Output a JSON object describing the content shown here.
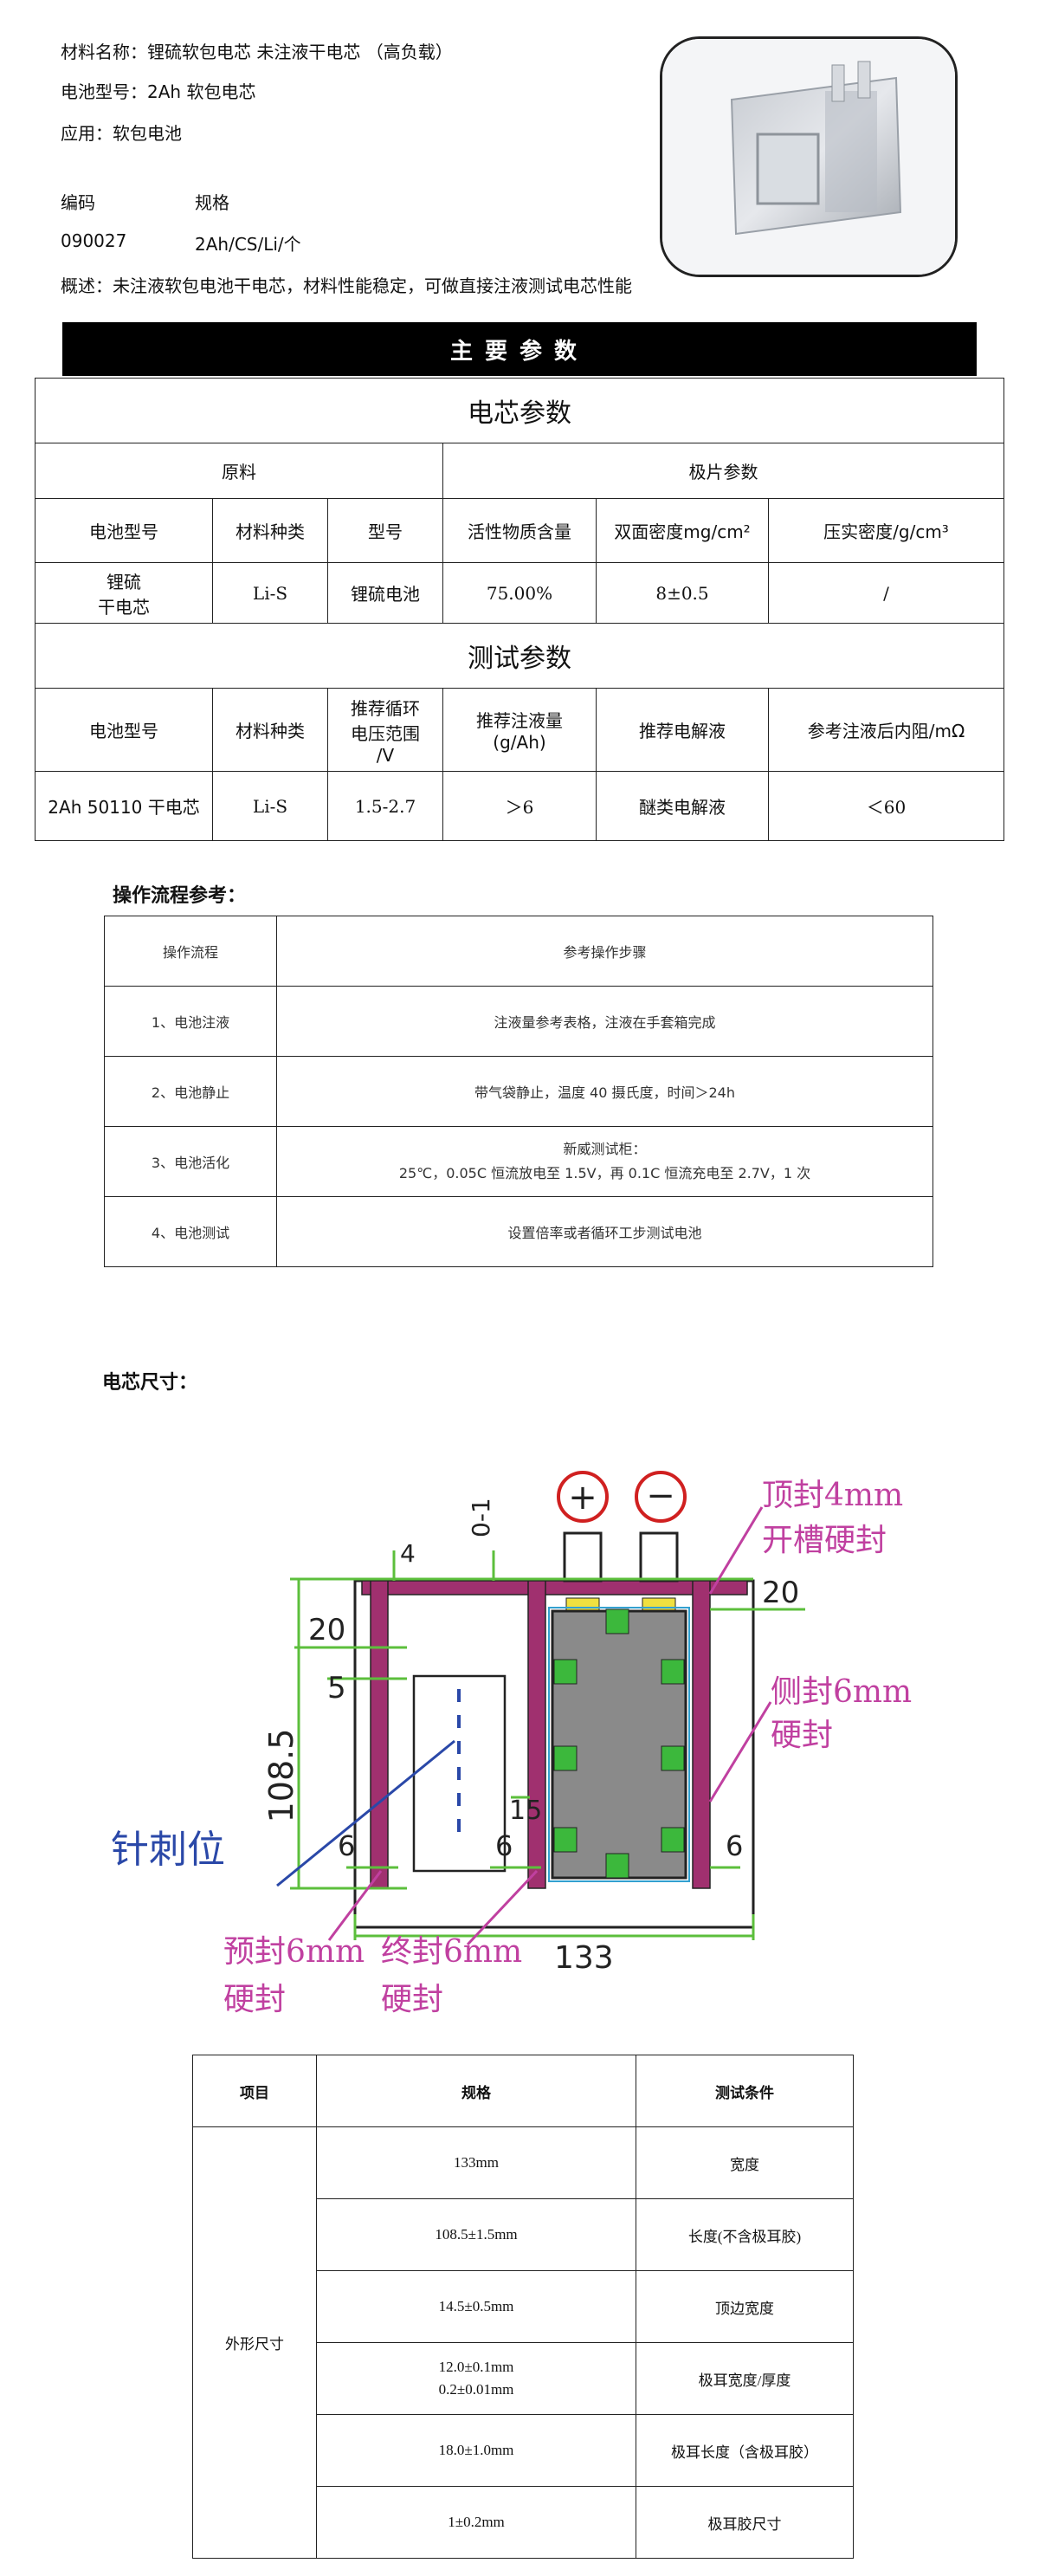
{
  "header": {
    "material": "材料名称：锂硫软包电芯 未注液干电芯 （高负载）",
    "model": "电池型号：2Ah 软包电芯",
    "application": "应用：软包电池",
    "code_label": "编码",
    "spec_label": "规格",
    "code_value": "090027",
    "spec_value": "2Ah/CS/Li/个",
    "overview": "概述：未注液软包电池干电芯，材料性能稳定，可做直接注液测试电芯性能"
  },
  "banner": "主要参数",
  "params": {
    "cell_title": "电芯参数",
    "raw_header": "原料",
    "pole_header": "极片参数",
    "cols1": [
      "电池型号",
      "材料种类",
      "型号",
      "活性物质含量",
      "双面密度mg/cm²",
      "压实密度/g/cm³"
    ],
    "row1": [
      "锂硫\n干电芯",
      "Li-S",
      "锂硫电池",
      "75.00%",
      "8±0.5",
      "/"
    ],
    "test_title": "测试参数",
    "cols2": [
      "电池型号",
      "材料种类",
      "推荐循环\n电压范围\n/V",
      "推荐注液量\n(g/Ah)",
      "推荐电解液",
      "参考注液后内阻/mΩ"
    ],
    "row2": [
      "2Ah 50110 干电芯",
      "Li-S",
      "1.5-2.7",
      "＞6",
      "醚类电解液",
      "＜60"
    ]
  },
  "process": {
    "title": "操作流程参考：",
    "head": [
      "操作流程",
      "参考操作步骤"
    ],
    "rows": [
      [
        "1、电池注液",
        "注液量参考表格，注液在手套箱完成"
      ],
      [
        "2、电池静止",
        "带气袋静止，温度 40 摄氏度，时间＞24h"
      ],
      [
        "3、电池活化",
        "新威测试柜：\n25℃，0.05C 恒流放电至 1.5V，再 0.1C 恒流充电至 2.7V，1 次"
      ],
      [
        "4、电池测试",
        "设置倍率或者循环工步测试电池"
      ]
    ]
  },
  "dimensions": {
    "title": "电芯尺寸：",
    "labels": {
      "top_seal": "顶封4mm",
      "top_seal2": "开槽硬封",
      "side_seal": "侧封6mm",
      "side_seal2": "硬封",
      "pre_seal": "预封6mm",
      "pre_seal2": "硬封",
      "end_seal": "终封6mm",
      "end_seal2": "硬封",
      "needle": "针刺位",
      "d4": "4",
      "d01": "0-1",
      "d20a": "20",
      "d20b": "20",
      "d5": "5",
      "d1085": "108.5",
      "d15": "15",
      "d6a": "6",
      "d6b": "6",
      "d6c": "6",
      "d133": "133",
      "plus": "+",
      "minus": "−"
    }
  },
  "spec_table": {
    "head": [
      "项目",
      "规格",
      "测试条件"
    ],
    "group": "外形尺寸",
    "rows": [
      [
        "133mm",
        "宽度"
      ],
      [
        "108.5±1.5mm",
        "长度(不含极耳胶)"
      ],
      [
        "14.5±0.5mm",
        "顶边宽度"
      ],
      [
        "12.0±0.1mm\n0.2±0.01mm",
        "极耳宽度/厚度"
      ],
      [
        "18.0±1.0mm",
        "极耳长度（含极耳胶）"
      ],
      [
        "1±0.2mm",
        "极耳胶尺寸"
      ]
    ]
  },
  "colors": {
    "banner_bg": "#000000",
    "seal_purple": "#a0306f",
    "dim_green": "#5cbf3c",
    "label_pink": "#c040a0",
    "needle_blue": "#2a48a8",
    "tab_yellow": "#f0e040",
    "cell_gray": "#8a8a8a"
  }
}
